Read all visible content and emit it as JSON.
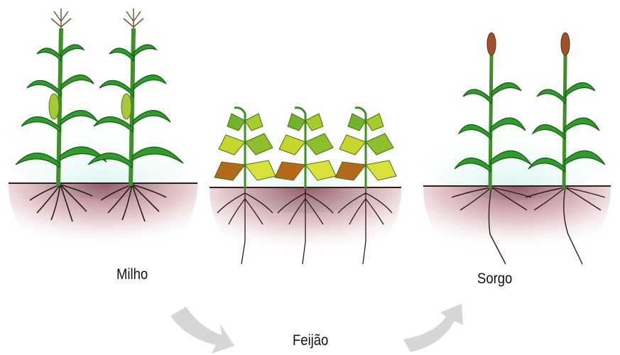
{
  "stages": [
    {
      "label": "Milho"
    },
    {
      "label": "Feijão"
    },
    {
      "label": "Sorgo"
    }
  ],
  "colors": {
    "sky": "#dff5f3",
    "soil": "#8b2e3a",
    "leaf": "#2e9d2a",
    "leaf_dark": "#1d6f1c",
    "bean_leaf": "#c7d62a",
    "sorghum_head": "#a0522d",
    "arrow": "#d6d6d6"
  }
}
